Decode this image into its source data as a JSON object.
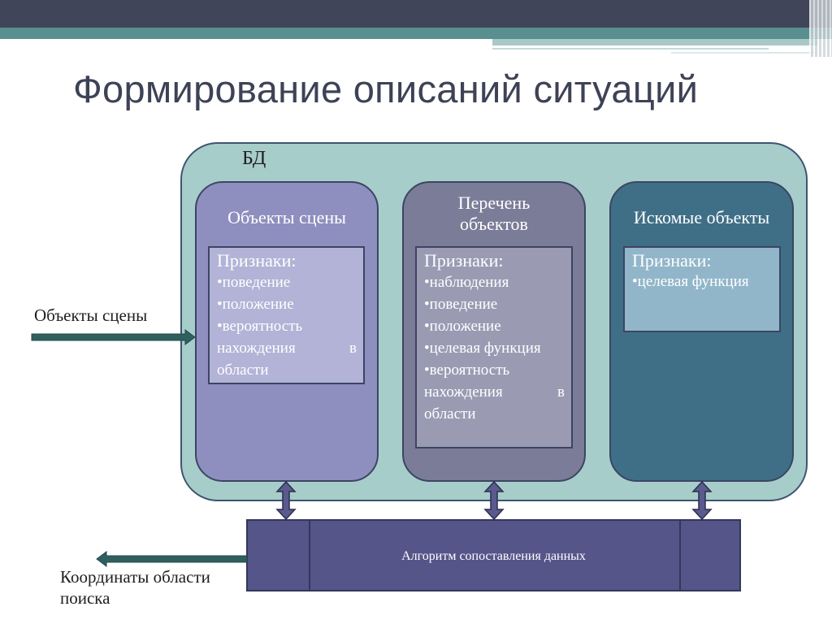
{
  "title": "Формирование описаний ситуаций",
  "db_label": "БД",
  "panels": [
    {
      "title_lines": [
        "Объекты сцены"
      ],
      "features_title": "Признаки:",
      "features": [
        "•поведение",
        "•положение",
        "•вероятность нахождения в области"
      ]
    },
    {
      "title_lines": [
        "Перечень",
        "объектов"
      ],
      "features_title": "Признаки:",
      "features": [
        "•наблюдения",
        "•поведение",
        "•положение",
        "•целевая функция",
        "•вероятность нахождения в области"
      ]
    },
    {
      "title_lines": [
        "Искомые объекты"
      ],
      "features_title": "Признаки:",
      "features": [
        "•целевая функция"
      ]
    }
  ],
  "algorithm_label": "Алгоритм сопоставления данных",
  "input_label": "Объекты сцены",
  "output_label_lines": [
    "Координаты области",
    "поиска"
  ],
  "colors": {
    "banner_dark": "#414559",
    "banner_teal": "#5a8f8f",
    "title": "#3e4256",
    "db_fill": "#a7cdcb",
    "panel_scene": "#8e8fbf",
    "panel_list": "#7b7c97",
    "panel_target": "#3f6f87",
    "algorithm_fill": "#55558a",
    "arrow": "#2f5f5f",
    "connector": "#5a5a8e"
  }
}
